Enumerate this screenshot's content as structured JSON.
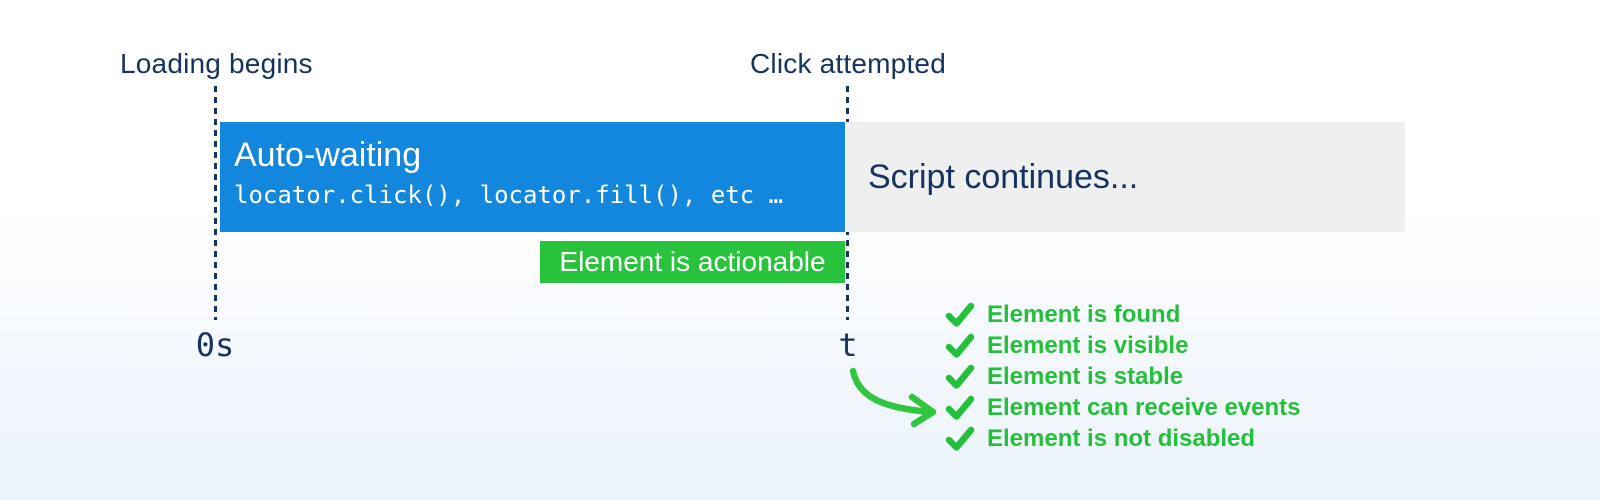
{
  "colors": {
    "accent_blue": "#1386dd",
    "accent_green": "#29c23d",
    "text_navy": "#16325e",
    "box_gray": "#efefef"
  },
  "labels": {
    "loading_begins": "Loading begins",
    "click_attempted": "Click attempted",
    "time_start": "0s",
    "time_click": "t"
  },
  "timeline": {
    "auto_waiting_title": "Auto-waiting",
    "auto_waiting_code": "locator.click(), locator.fill(), etc …",
    "script_continues": "Script continues...",
    "actionable_badge": "Element is actionable"
  },
  "checklist": {
    "items": [
      "Element is found",
      "Element is visible",
      "Element is stable",
      "Element can receive events",
      "Element is not disabled"
    ]
  }
}
